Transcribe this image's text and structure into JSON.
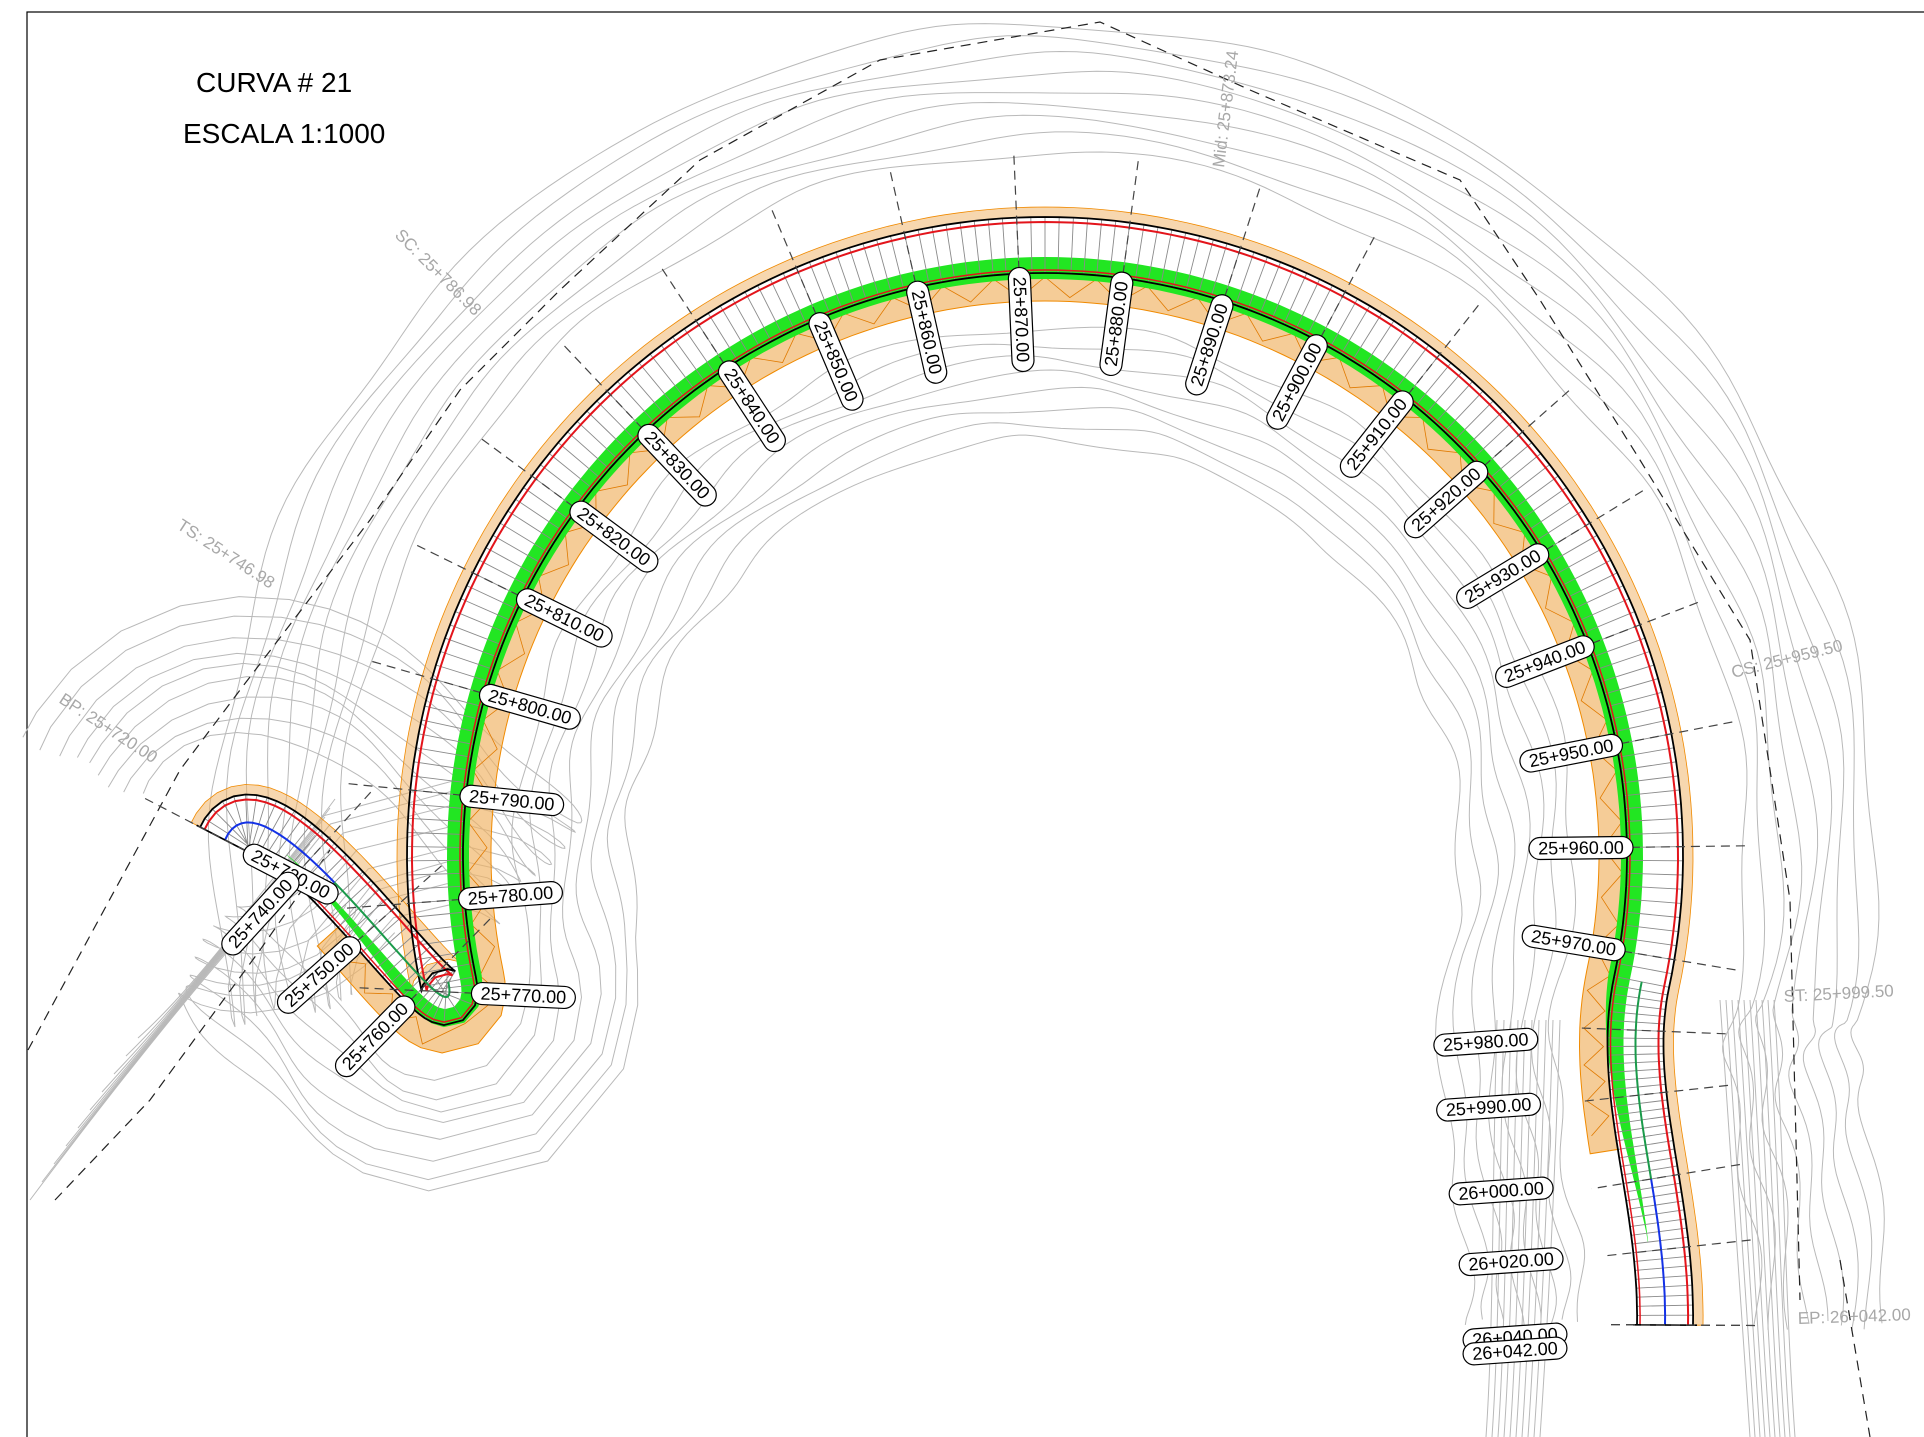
{
  "title": {
    "curve": "CURVA # 21",
    "scale": "ESCALA 1:1000"
  },
  "key_points": [
    {
      "id": "bp",
      "text": "BP: 25+720.00"
    },
    {
      "id": "ts",
      "text": "TS: 25+746.98"
    },
    {
      "id": "sc",
      "text": "SC: 25+786.98"
    },
    {
      "id": "mid",
      "text": "Mid: 25+873.24"
    },
    {
      "id": "cs",
      "text": "CS: 25+959.50"
    },
    {
      "id": "st",
      "text": "ST: 25+999.50"
    },
    {
      "id": "ep",
      "text": "EP: 26+042.00"
    }
  ],
  "stations": [
    "25+720.00",
    "25+740.00",
    "25+750.00",
    "25+760.00",
    "25+770.00",
    "25+780.00",
    "25+790.00",
    "25+800.00",
    "25+810.00",
    "25+820.00",
    "25+830.00",
    "25+840.00",
    "25+850.00",
    "25+860.00",
    "25+870.00",
    "25+880.00",
    "25+890.00",
    "25+900.00",
    "25+910.00",
    "25+920.00",
    "25+930.00",
    "25+940.00",
    "25+950.00",
    "25+960.00",
    "25+970.00",
    "25+980.00",
    "25+990.00",
    "26+000.00",
    "26+020.00",
    "26+040.00",
    "26+042.00"
  ],
  "colors": {
    "edge_line": "#000000",
    "offset_line": "#e3141b",
    "superelevation_band": "#22e622",
    "tangent_centerline": "#1432e6",
    "spiral_centerline": "#1a9a4a",
    "cut_fill_hatch": "#f0b060",
    "cut_fill_edge": "#f08a00",
    "contours": "#b9b9b9",
    "section_lines": "#444444"
  }
}
